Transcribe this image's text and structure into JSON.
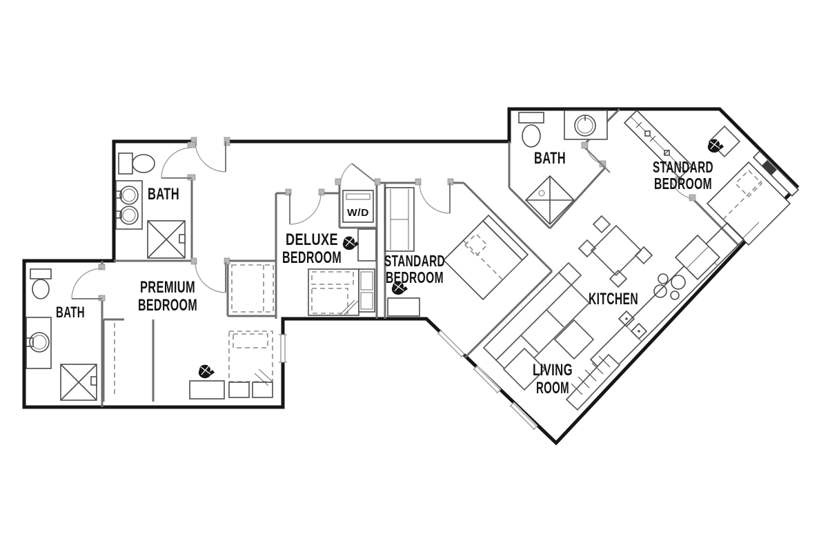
{
  "floor_plan": {
    "type": "apartment-floor-plan",
    "rooms": {
      "bath_top_left": {
        "label": "BATH"
      },
      "premium_bedroom": {
        "label_line1": "PREMIUM",
        "label_line2": "BEDROOM"
      },
      "bath_lower_left": {
        "label": "BATH"
      },
      "deluxe_bedroom": {
        "label_line1": "DELUXE",
        "label_line2": "BEDROOM"
      },
      "laundry_closet": {
        "label": "W/D"
      },
      "standard_bedroom_middle": {
        "label_line1": "STANDARD",
        "label_line2": "BEDROOM"
      },
      "bath_right": {
        "label": "BATH"
      },
      "standard_bedroom_right": {
        "label_line1": "STANDARD",
        "label_line2": "BEDROOM"
      },
      "kitchen": {
        "label": "KITCHEN"
      },
      "living_room": {
        "label_line1": "LIVING",
        "label_line2": "ROOM"
      }
    },
    "fixtures": [
      "toilet",
      "vanity-sink",
      "double-vanity-sink",
      "shower",
      "washer-dryer",
      "bed",
      "desk",
      "desk-chair",
      "wardrobe-closet",
      "dining-table",
      "dining-chair",
      "refrigerator",
      "stove",
      "kitchen-sink",
      "sectional-sofa",
      "coffee-table",
      "ottoman",
      "media-console",
      "window",
      "door"
    ],
    "colors": {
      "background": "#ffffff",
      "exterior_wall": "#161616",
      "interior_wall": "#6e6e6e",
      "fixture_line": "#4a4a4a",
      "furniture_line": "#5f5f5f",
      "dashed_line": "#8a8a8a",
      "label_text": "#141414",
      "jamb_fill": "#b8b8b8"
    }
  }
}
